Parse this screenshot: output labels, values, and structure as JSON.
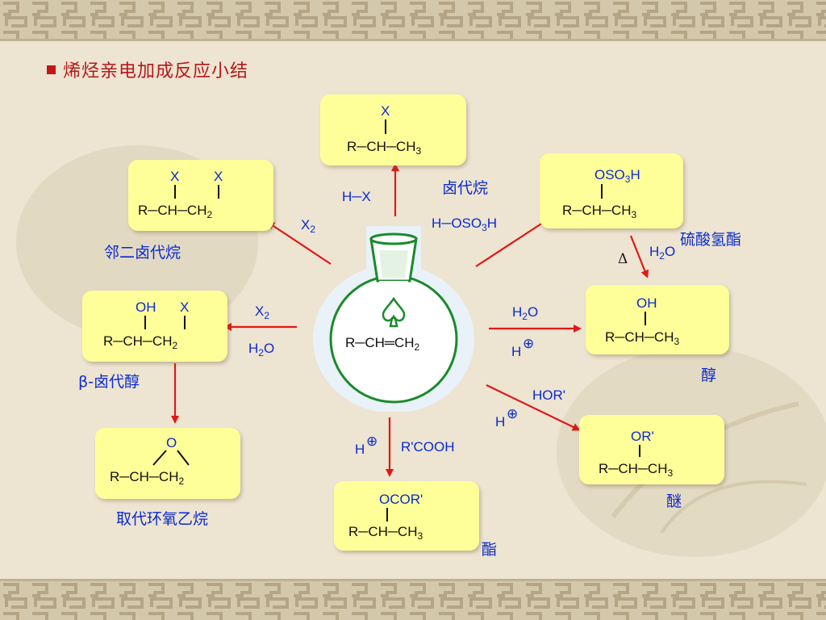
{
  "title": "烯烃亲电加成反应小结",
  "colors": {
    "accent": "#b4181c",
    "reagent": "#0a2ad0",
    "arrow": "#e01818",
    "flask": "#1a8a2a",
    "box": "#ffff99"
  },
  "center": {
    "label": "R─CH═CH2",
    "icon": "spade-icon"
  },
  "products": {
    "alkyl_halide": {
      "name": "卤代烷",
      "top": "X",
      "main": "R─CH─CH3"
    },
    "sulfate": {
      "name": "硫酸氢酯",
      "top": "OSO3H",
      "main": "R─CH─CH3"
    },
    "alcohol": {
      "name": "醇",
      "top": "OH",
      "main": "R─CH─CH3"
    },
    "ether": {
      "name": "醚",
      "top": "OR'",
      "main": "R─CH─CH3"
    },
    "ester": {
      "name": "酯",
      "top": "OCOR'",
      "main": "R─CH─CH3"
    },
    "epoxide": {
      "name": "取代环氧乙烷",
      "top": "O",
      "main": "R─CH─CH2"
    },
    "halohydrin": {
      "name": "β-卤代醇",
      "top_left": "OH",
      "top_right": "X",
      "main": "R─CH─CH2"
    },
    "vicinal": {
      "name": "邻二卤代烷",
      "top_left": "X",
      "top_right": "X",
      "main": "R─CH─CH2"
    }
  },
  "reagents": {
    "hx": "H─X",
    "h2so4": "H─OSO3H",
    "x2_top": "X2",
    "x2_mid": "X2",
    "h2o_mid": "H2O",
    "h2o_right": "H2O",
    "h_plus_right": "H⊕",
    "hor": "HOR'",
    "h_plus_ether": "H⊕",
    "h_plus_ester": "H⊕",
    "rcooh": "R'COOH",
    "delta": "Δ",
    "h2o_hydrolysis": "H2O"
  }
}
